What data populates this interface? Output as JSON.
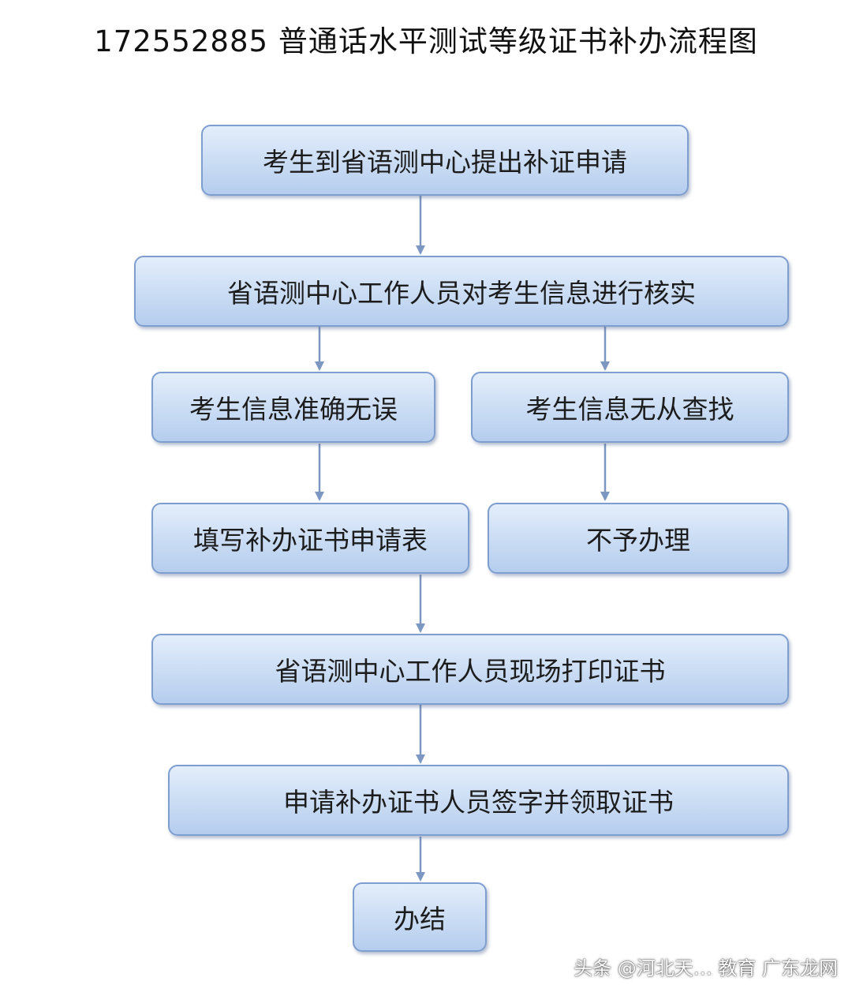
{
  "title": "172552885 普通话水平测试等级证书补办流程图",
  "nodes": {
    "apply": "考生到省语测中心提出补证申请",
    "verify": "省语测中心工作人员对考生信息进行核实",
    "info_correct": "考生信息准确无误",
    "info_not_found": "考生信息无从查找",
    "fill_form": "填写补办证书申请表",
    "not_processed": "不予办理",
    "print_certificate": "省语测中心工作人员现场打印证书",
    "sign_and_collect": "申请补办证书人员签字并领取证书",
    "completed": "办结"
  },
  "watermark": "头条 @河北天… 教育 广东龙网",
  "colors": {
    "node_fill": "#cedff5",
    "node_border": "#7d9ecf",
    "arrow": "#7b97c2"
  }
}
